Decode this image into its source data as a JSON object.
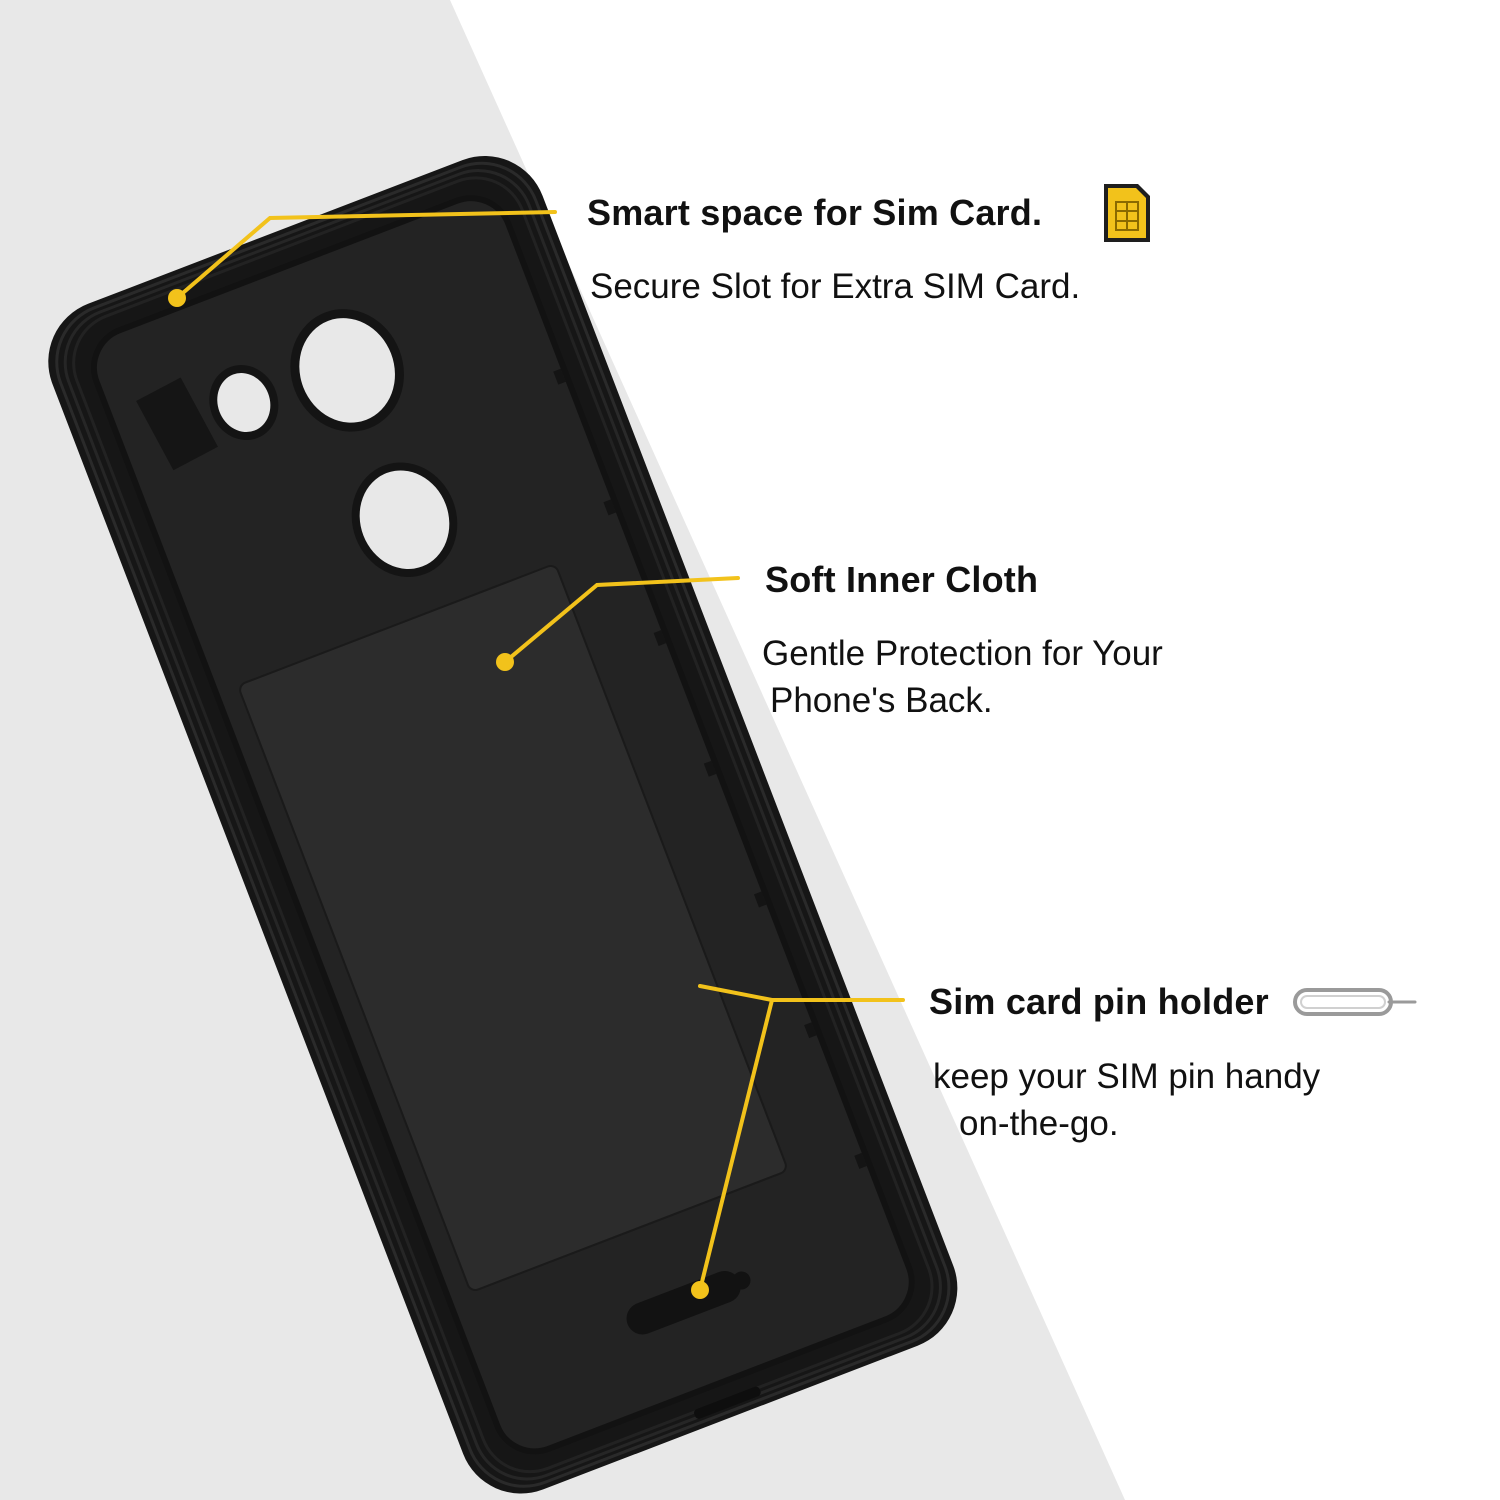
{
  "colors": {
    "background": "#ffffff",
    "band": "#e8e8e8",
    "case_body": "#1b1b1b",
    "case_inner": "#252525",
    "cloth": "#2f2f2f",
    "callout": "#f2c21b",
    "text": "#111111"
  },
  "callouts": [
    {
      "title": "Smart space for Sim Card.",
      "icon": "sim-card-icon",
      "description": [
        "Secure Slot for Extra SIM Card."
      ]
    },
    {
      "title": "Soft Inner Cloth",
      "icon": "",
      "description": [
        "Gentle Protection for Your",
        "Phone's Back."
      ]
    },
    {
      "title": "Sim card pin holder",
      "icon": "sim-ejector-pin-icon",
      "description": [
        "keep your SIM pin handy",
        "on-the-go."
      ]
    }
  ]
}
